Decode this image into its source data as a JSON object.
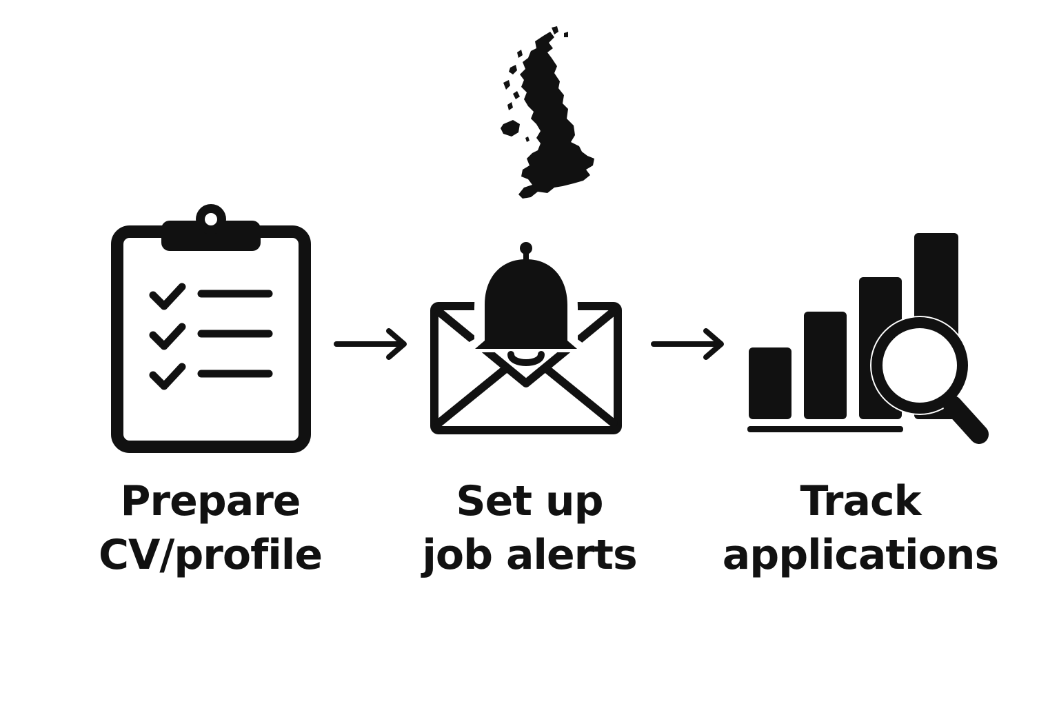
{
  "colors": {
    "foreground": "#111111",
    "background": "#ffffff"
  },
  "map_icon": "uk-map-icon",
  "steps": [
    {
      "icon": "clipboard-checklist-icon",
      "label_line1": "Prepare",
      "label_line2": "CV/profile"
    },
    {
      "icon": "envelope-bell-icon",
      "label_line1": "Set up",
      "label_line2": "job alerts"
    },
    {
      "icon": "bar-chart-magnifier-icon",
      "label_line1": "Track",
      "label_line2": "applications"
    }
  ],
  "connectors": [
    {
      "icon": "arrow-right-icon",
      "from": "Prepare CV/profile",
      "to": "Set up job alerts"
    },
    {
      "icon": "arrow-right-icon",
      "from": "Set up job alerts",
      "to": "Track applications"
    }
  ]
}
